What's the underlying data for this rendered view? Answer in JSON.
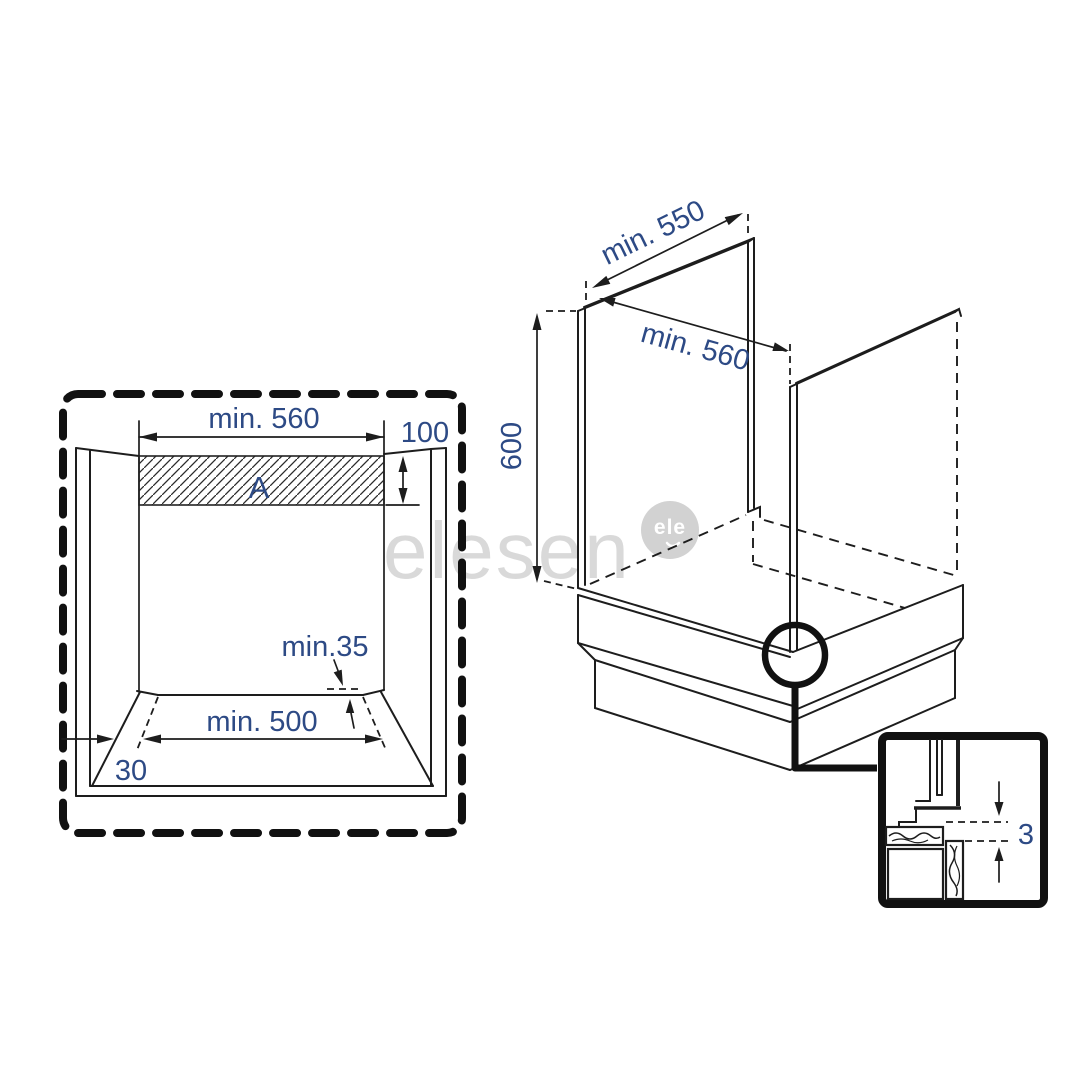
{
  "colors": {
    "line": "#1d1d1d",
    "dimension_text": "#2d4a85",
    "watermark": "#d9d9d9"
  },
  "watermark": {
    "text": "elesen",
    "badge_text": "ele"
  },
  "front_view": {
    "top_width_label": "min. 560",
    "vent_strip_height_label": "100",
    "vent_strip_letter": "A",
    "bottom_clearance_label": "min.35",
    "base_opening_width_label": "min. 500",
    "plinth_offset_label": "30"
  },
  "isometric_view": {
    "depth_label": "min. 550",
    "inner_width_label": "min. 560",
    "niche_height_label": "600"
  },
  "detail_inset": {
    "gap_label": "3"
  }
}
